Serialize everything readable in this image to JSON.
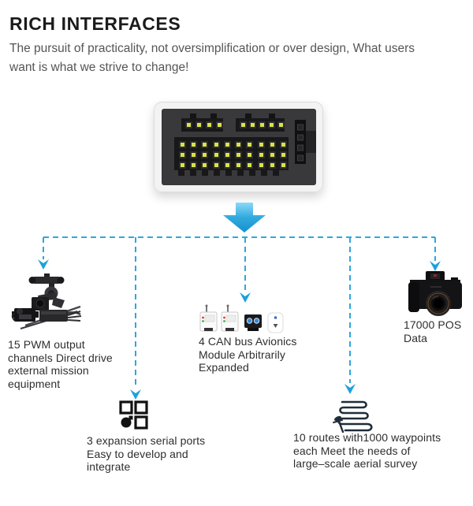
{
  "header": {
    "title": "RICH INTERFACES",
    "subtitle_lines": [
      "The pursuit of practicality, not oversimplification or over design, What users",
      "want is what we strive to change!"
    ]
  },
  "diagram": {
    "device": "flight-controller-interface-panel",
    "accent_blue": "#29a8e0",
    "dashed_line_blue": "#2ea7dd",
    "pin_yellow": "#d9e247",
    "panel_gray": "#39393c",
    "connector_black": "#18181a"
  },
  "features": {
    "pwm": {
      "icon": "gimbal-servo-esc-photo",
      "lines": [
        "15 PWM output",
        "channels Direct drive",
        "external mission",
        "equipment"
      ]
    },
    "serial": {
      "icon": "serial-ports-icon",
      "lines": [
        "3 expansion serial ports",
        "Easy to develop and",
        "integrate"
      ]
    },
    "can": {
      "icon": "can-bus-modules-photo",
      "lines": [
        "4 CAN bus Avionics",
        "Module Arbitrarily",
        "Expanded"
      ]
    },
    "routes": {
      "icon": "survey-route-icon",
      "lines": [
        "10 routes with1000 waypoints",
        "each Meet the needs of",
        "large–scale aerial survey"
      ]
    },
    "pos": {
      "icon": "camera-photo",
      "lines": [
        "17000 POS",
        "Data"
      ]
    }
  }
}
